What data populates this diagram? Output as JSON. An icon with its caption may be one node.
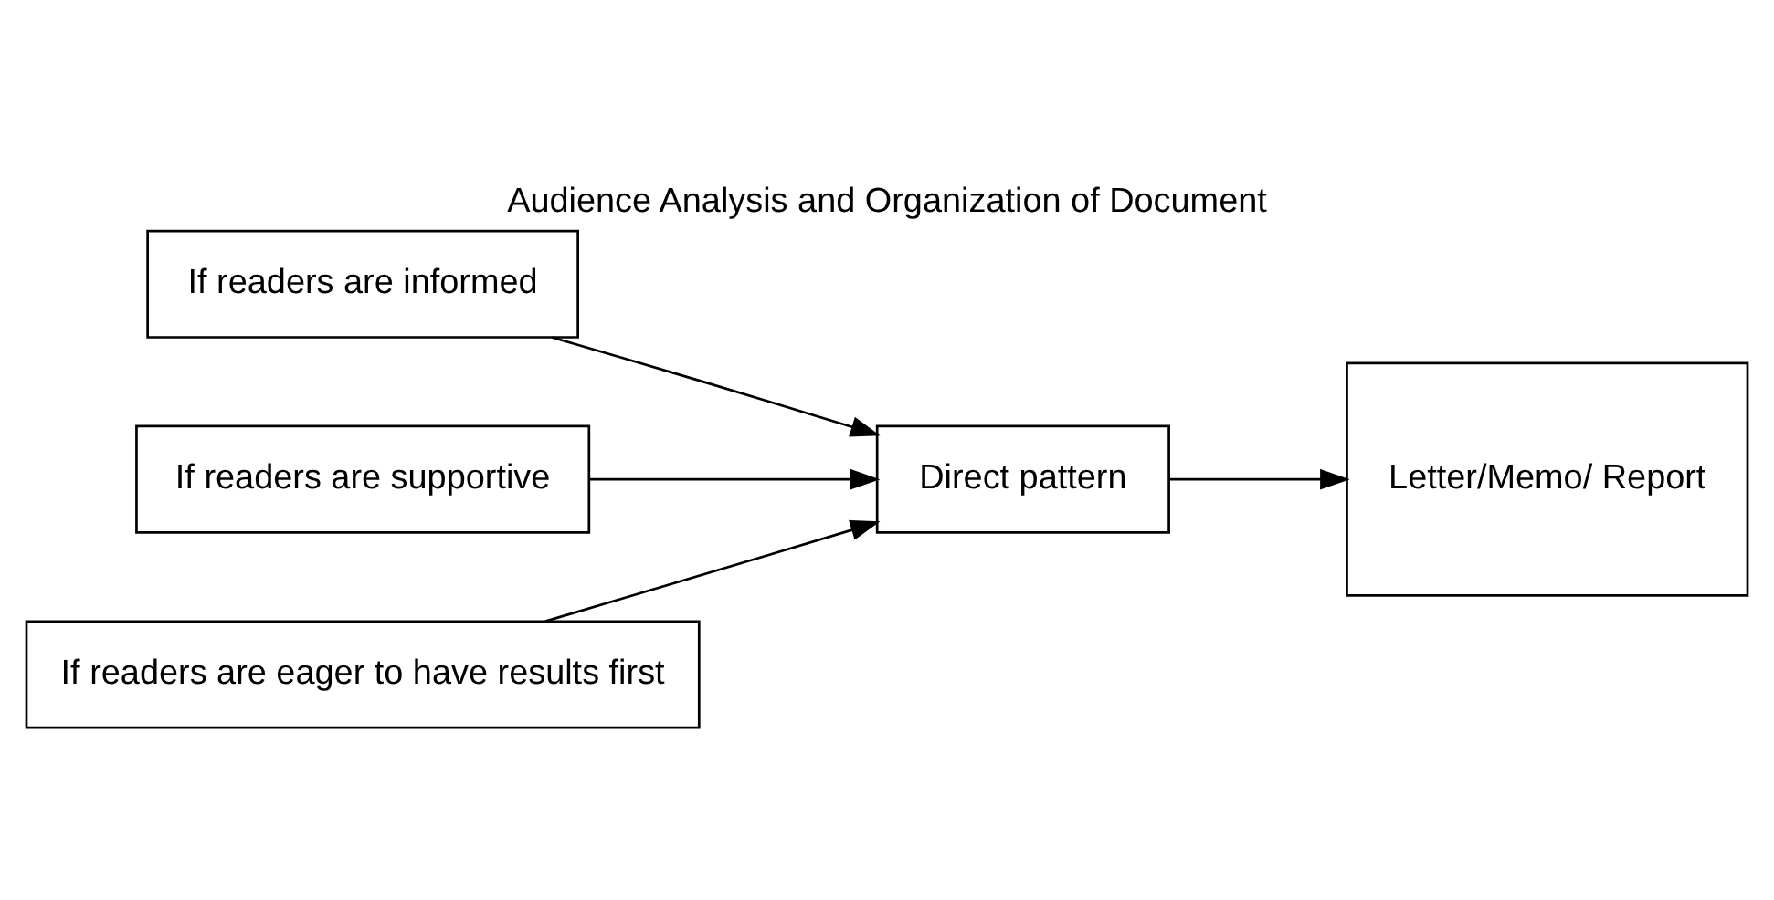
{
  "diagram": {
    "title": "Audience Analysis and Organization of Document",
    "nodes": [
      {
        "text": [
          "If readers are informed"
        ]
      },
      {
        "text": [
          "If readers are supportive"
        ]
      },
      {
        "text": [
          "If readers are eager to have results first"
        ]
      },
      {
        "text": [
          "Direct pattern"
        ]
      },
      {
        "text": [
          "Letter/Memo/ Report"
        ]
      }
    ],
    "edges": [
      {
        "from": 0,
        "to": 3,
        "arrow": "to"
      },
      {
        "from": 1,
        "to": 3,
        "arrow": "to"
      },
      {
        "from": 2,
        "to": 3,
        "arrow": "to"
      },
      {
        "from": 3,
        "to": 4,
        "arrow": "to"
      }
    ]
  }
}
